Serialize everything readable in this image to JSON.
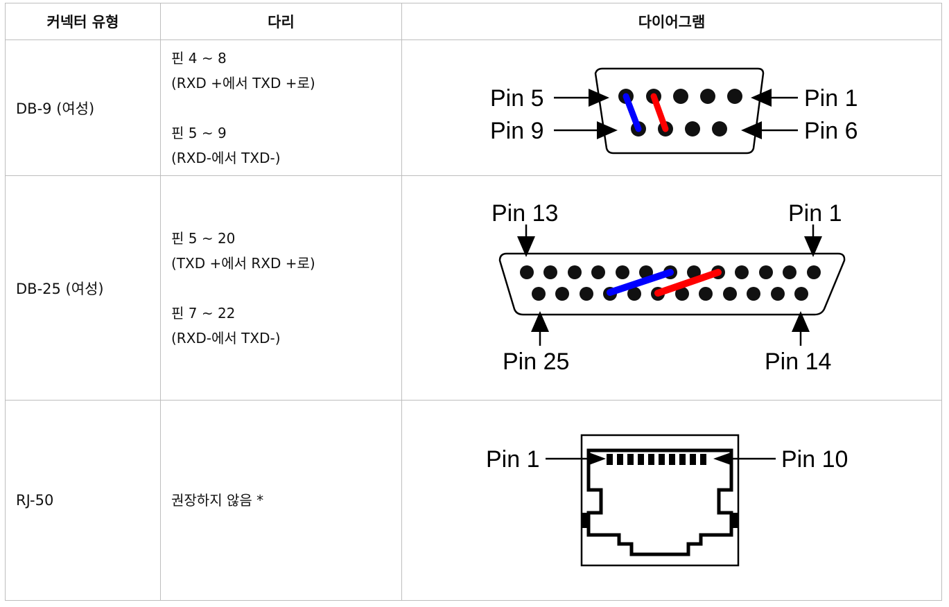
{
  "headers": {
    "type": "커넥터 유형",
    "wiring": "다리",
    "diagram": "다이어그램"
  },
  "rows": [
    {
      "type": "DB-9 (여성)",
      "wiring": [
        "핀 4 ~ 8",
        "(RXD +에서 TXD +로)",
        "핀 5 ~ 9",
        "(RXD-에서 TXD-)"
      ],
      "labels": {
        "tl": "Pin 5",
        "bl": "Pin 9",
        "tr": "Pin 1",
        "br": "Pin 6"
      }
    },
    {
      "type": "DB-25 (여성)",
      "wiring": [
        "핀 5 ~ 20",
        "(TXD +에서 RXD +로)",
        "핀 7 ~ 22",
        "(RXD-에서 TXD-)"
      ],
      "labels": {
        "tl": "Pin 13",
        "tr": "Pin 1",
        "bl": "Pin 25",
        "br": "Pin 14"
      }
    },
    {
      "type": "RJ-50",
      "wiring": [
        "권장하지 않음 *"
      ],
      "labels": {
        "l": "Pin 1",
        "r": "Pin 10"
      }
    }
  ],
  "colors": {
    "jumper_a": "#0000ff",
    "jumper_b": "#ff0000",
    "border": "#bdbdbd"
  }
}
